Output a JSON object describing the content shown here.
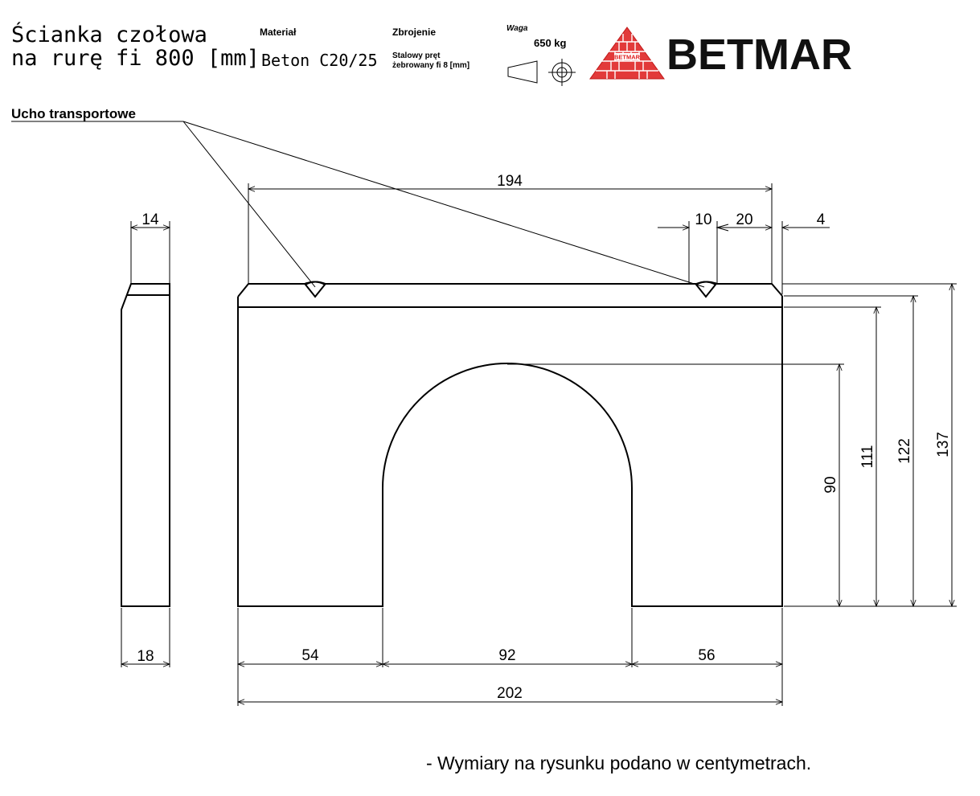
{
  "header": {
    "title_line1": "Ścianka czołowa",
    "title_line2": "na rurę fi 800 [mm]",
    "material_label": "Materiał",
    "material_value": "Beton C20/25",
    "reinforcement_label": "Zbrojenie",
    "reinforcement_line1": "Stalowy pręt",
    "reinforcement_line2": "żebrowany fi 8 [mm]",
    "weight_label": "Waga",
    "weight_value": "650 kg",
    "brand_name": "BETMAR",
    "logo_text": "BETMAR"
  },
  "annotation": {
    "lifting_lug_label": "Ucho transportowe"
  },
  "dimensions": {
    "top_width": "194",
    "lug_width": "10",
    "lug_offset": "20",
    "edge_offset": "4",
    "side_top_thickness": "14",
    "side_bottom_thickness": "18",
    "arch_height": "90",
    "body_height": "111",
    "height_to_chamfer": "122",
    "total_height": "137",
    "left_leg": "54",
    "opening_width": "92",
    "right_leg": "56",
    "total_width": "202"
  },
  "footer_note": "- Wymiary na rysunku  podano w centymetrach.",
  "colors": {
    "line": "#000000",
    "logo_red": "#e02020",
    "logo_brick": "#e23a3a"
  }
}
